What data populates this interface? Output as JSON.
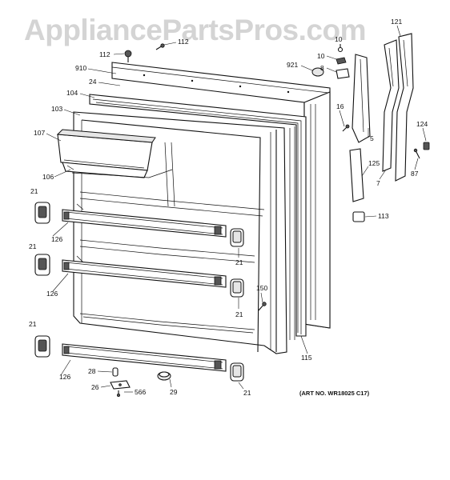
{
  "watermark": "AppliancePartsPros.com",
  "art_number": "(ART NO. WR18025 C17)",
  "callouts": {
    "c112a": "112",
    "c112b": "112",
    "c910": "910",
    "c24": "24",
    "c104": "104",
    "c103": "103",
    "c107": "107",
    "c106": "106",
    "c21a": "21",
    "c126a": "126",
    "c21b": "21",
    "c126b": "126",
    "c21c": "21",
    "c126c": "126",
    "c28": "28",
    "c26": "26",
    "c566": "566",
    "c29": "29",
    "c21d": "21",
    "c21e": "21",
    "c21f": "21",
    "c150": "150",
    "c115": "115",
    "c921": "921",
    "c10a": "10",
    "c10b": "10",
    "c8": "8",
    "c16": "16",
    "c5": "5",
    "c125": "125",
    "c113": "113",
    "c7": "7",
    "c121": "121",
    "c124": "124",
    "c87": "87"
  }
}
